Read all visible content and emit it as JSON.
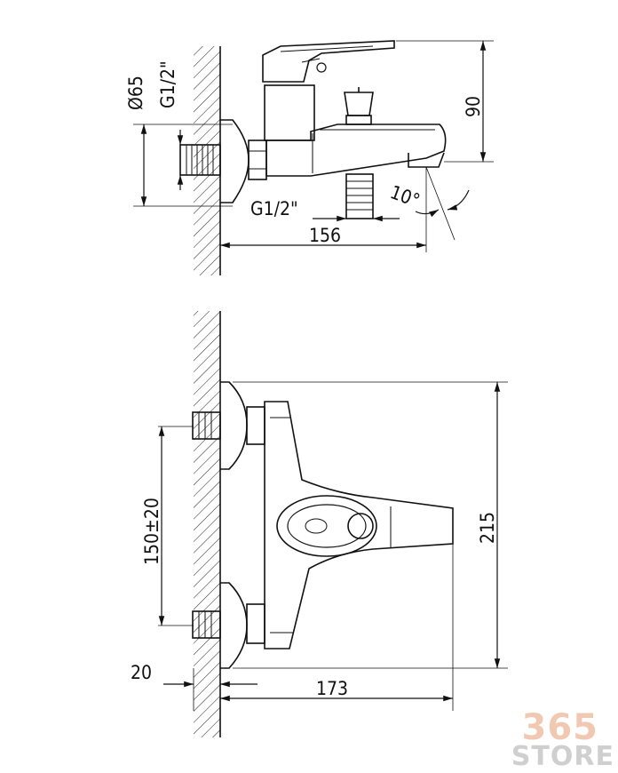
{
  "side_view": {
    "dim_diameter": "Ø65",
    "dim_thread_wall": "G1/2\"",
    "dim_thread_spout": "G1/2\"",
    "dim_height": "90",
    "dim_length": "156",
    "dim_angle": "10°"
  },
  "front_view": {
    "dim_centers": "150±20",
    "dim_height": "215",
    "dim_wall_offset": "20",
    "dim_projection": "173"
  },
  "watermark": {
    "number": "365",
    "word": "STORE"
  }
}
